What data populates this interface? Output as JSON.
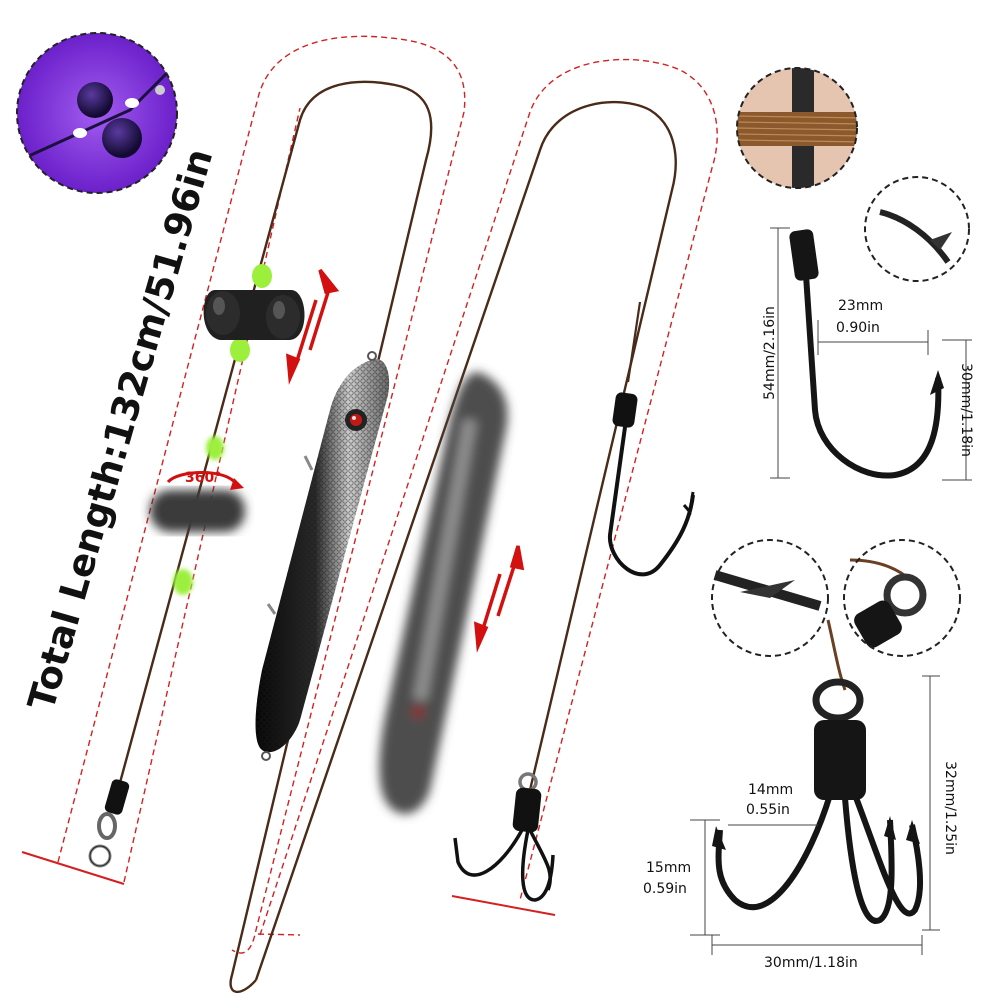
{
  "total_length_label": "Total Length:132cm/51.96in",
  "rotation_label": "360°",
  "single_hook": {
    "height": "54mm/2.16in",
    "gap_mm": "23mm",
    "gap_in": "0.90in",
    "bend": "30mm/1.18in"
  },
  "treble_hook": {
    "height": "32mm/1.25in",
    "gap_mm": "14mm",
    "gap_in": "0.55in",
    "point_mm": "15mm",
    "point_in": "0.59in",
    "width": "30mm/1.18in"
  },
  "colors": {
    "dashed_outline": "#d42020",
    "arrow": "#d21010",
    "line": "#4a2a18",
    "glow_bead": "#9cf03c",
    "uv_background": "#7a1fd6"
  }
}
